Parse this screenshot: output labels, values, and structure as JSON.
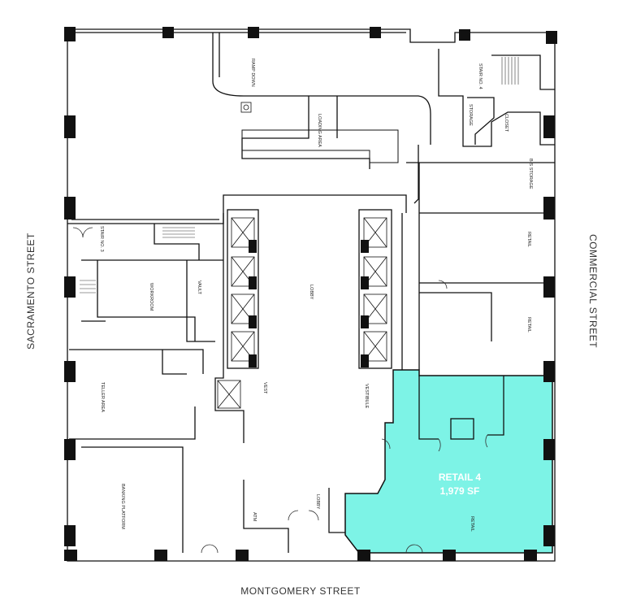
{
  "streets": {
    "left": "SACRAMENTO STREET",
    "right": "COMMERCIAL STREET",
    "bottom": "MONTGOMERY STREET"
  },
  "highlight": {
    "name": "RETAIL 4",
    "area": "1,979 SF",
    "color": "#7df3e6"
  },
  "rooms": {
    "ramp": "RAMP DOWN",
    "stair4": "STAIR NO. 4",
    "storage": "STORAGE",
    "closet": "CLOSET",
    "loading": "LOADING AREA",
    "bsStorage": "B-S STORAGE",
    "stair3": "STAIR NO. 3",
    "workroom": "WORKROOM",
    "vault": "VAULT",
    "lobby": "LOBBY",
    "retail": "RETAIL",
    "vest": "VEST",
    "atm": "ATM",
    "vestibule": "VESTIBULE",
    "banking": "BANKING PLATFORM",
    "teller": "TELLER AREA"
  }
}
